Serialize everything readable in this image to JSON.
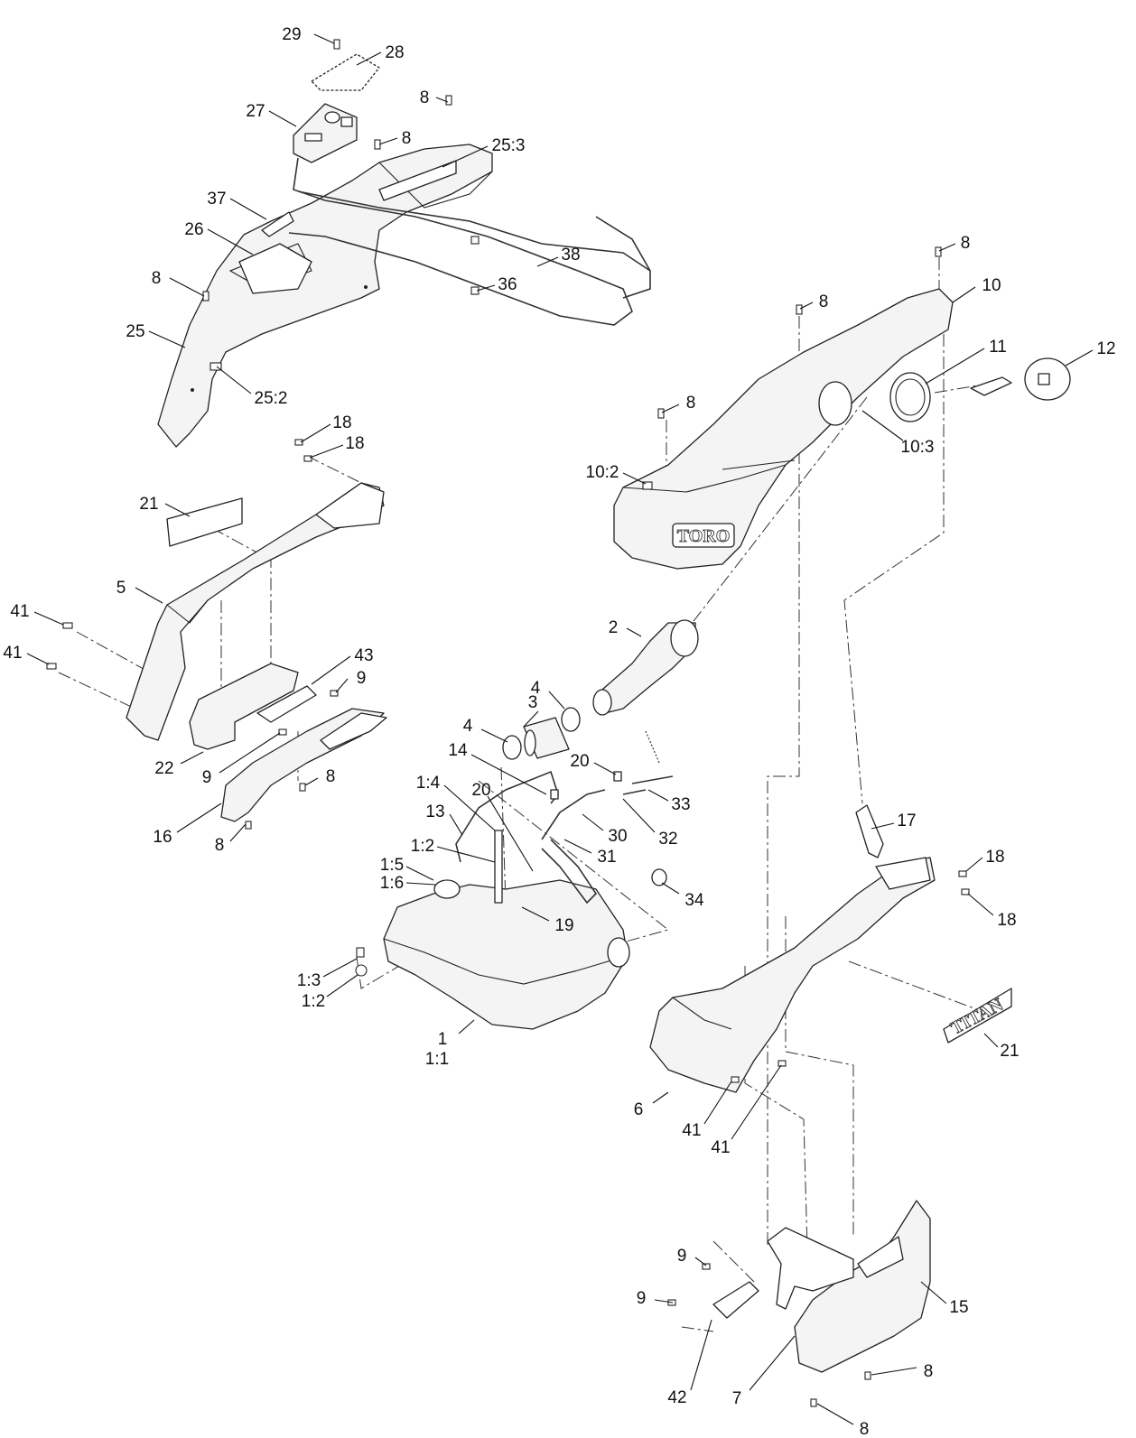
{
  "diagram": {
    "brand_marks": {
      "toro_logo": "TORO",
      "titan_decal": "TITAN"
    },
    "callouts": [
      {
        "label": "29"
      },
      {
        "label": "28"
      },
      {
        "label": "8"
      },
      {
        "label": "27"
      },
      {
        "label": "8"
      },
      {
        "label": "25:3"
      },
      {
        "label": "37"
      },
      {
        "label": "26"
      },
      {
        "label": "38"
      },
      {
        "label": "36"
      },
      {
        "label": "8"
      },
      {
        "label": "25"
      },
      {
        "label": "25:2"
      },
      {
        "label": "8"
      },
      {
        "label": "10"
      },
      {
        "label": "8"
      },
      {
        "label": "11"
      },
      {
        "label": "12"
      },
      {
        "label": "8"
      },
      {
        "label": "10:3"
      },
      {
        "label": "10:2"
      },
      {
        "label": "18"
      },
      {
        "label": "18"
      },
      {
        "label": "21"
      },
      {
        "label": "5"
      },
      {
        "label": "41"
      },
      {
        "label": "41"
      },
      {
        "label": "43"
      },
      {
        "label": "9"
      },
      {
        "label": "22"
      },
      {
        "label": "9"
      },
      {
        "label": "8"
      },
      {
        "label": "16"
      },
      {
        "label": "8"
      },
      {
        "label": "2"
      },
      {
        "label": "3"
      },
      {
        "label": "4"
      },
      {
        "label": "4"
      },
      {
        "label": "14"
      },
      {
        "label": "20"
      },
      {
        "label": "1:4"
      },
      {
        "label": "20"
      },
      {
        "label": "13"
      },
      {
        "label": "33"
      },
      {
        "label": "30"
      },
      {
        "label": "32"
      },
      {
        "label": "31"
      },
      {
        "label": "1:2"
      },
      {
        "label": "1:5"
      },
      {
        "label": "1:6"
      },
      {
        "label": "34"
      },
      {
        "label": "19"
      },
      {
        "label": "1:3"
      },
      {
        "label": "1:2"
      },
      {
        "label": "1"
      },
      {
        "label": "1:1"
      },
      {
        "label": "17"
      },
      {
        "label": "18"
      },
      {
        "label": "18"
      },
      {
        "label": "21"
      },
      {
        "label": "6"
      },
      {
        "label": "41"
      },
      {
        "label": "41"
      },
      {
        "label": "9"
      },
      {
        "label": "9"
      },
      {
        "label": "15"
      },
      {
        "label": "42"
      },
      {
        "label": "7"
      },
      {
        "label": "8"
      },
      {
        "label": "8"
      }
    ]
  }
}
